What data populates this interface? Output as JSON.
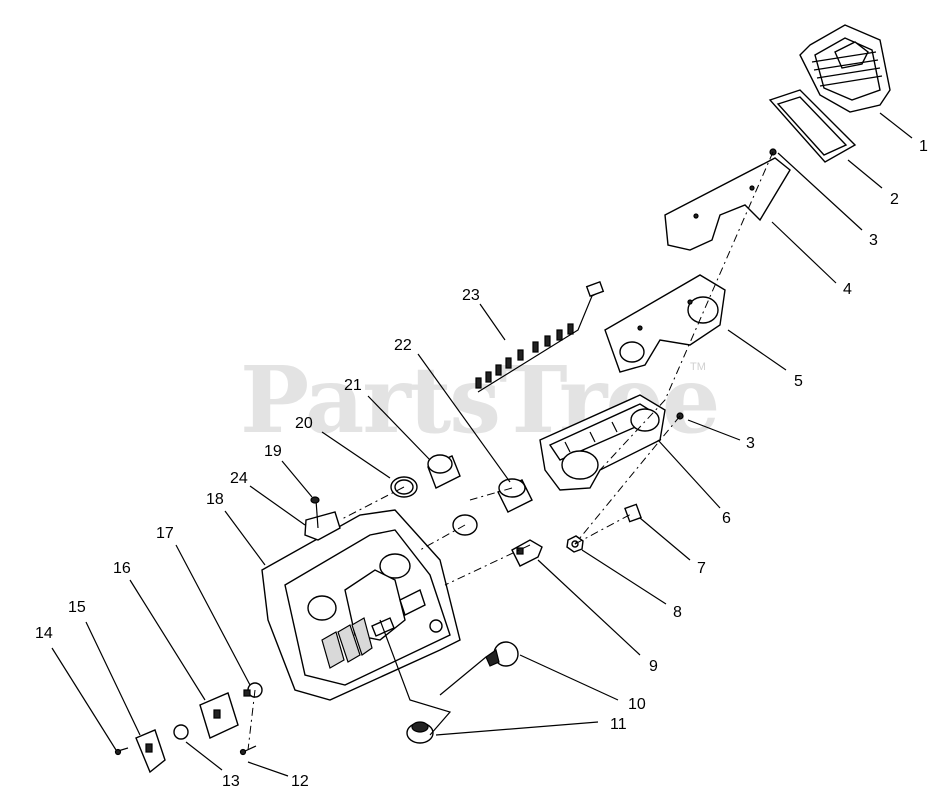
{
  "watermark": {
    "text": "PartsTree",
    "trademark": "TM"
  },
  "callouts": [
    "1",
    "2",
    "3",
    "4",
    "5",
    "3",
    "6",
    "7",
    "8",
    "9",
    "10",
    "11",
    "12",
    "13",
    "14",
    "15",
    "16",
    "17",
    "18",
    "19",
    "20",
    "21",
    "22",
    "23",
    "24"
  ]
}
